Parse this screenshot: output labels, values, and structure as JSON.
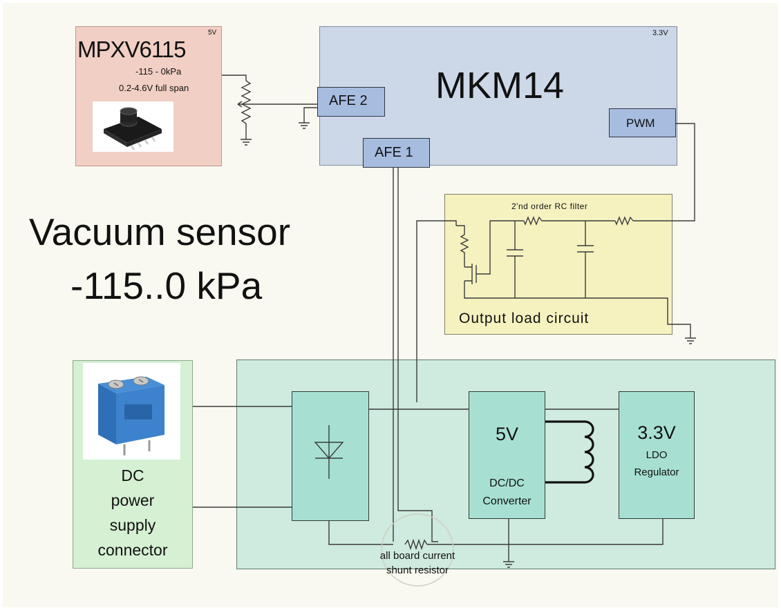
{
  "sensor": {
    "part": "MPXV6115",
    "supply": "5V",
    "range": "-115 - 0kPa",
    "span": "0.2-4.6V full span"
  },
  "mcu": {
    "name": "MKM14",
    "supply": "3.3V",
    "afe2": "AFE 2",
    "afe1": "AFE 1",
    "pwm": "PWM"
  },
  "title": {
    "line1": "Vacuum sensor",
    "line2": "-115..0 kPa"
  },
  "load": {
    "filter_label": "2'nd order RC filter",
    "label": "Output load circuit"
  },
  "connector": {
    "l1": "DC",
    "l2": "power",
    "l3": "supply",
    "l4": "connector"
  },
  "dcdc": {
    "voltage": "5V",
    "l1": "DC/DC",
    "l2": "Converter"
  },
  "ldo": {
    "voltage": "3.3V",
    "l1": "LDO",
    "l2": "Regulator"
  },
  "shunt": {
    "l1": "all board current",
    "l2": "shunt resistor"
  },
  "colors": {
    "sensor_fill": "#f2cfc4",
    "mcu_fill": "#ccd7e8",
    "pin_fill": "#a7bde0",
    "load_fill": "#f5f2c0",
    "connector_fill": "#d5f0d3",
    "power_fill": "#cfeadf",
    "module_fill": "#a7e0d2"
  }
}
